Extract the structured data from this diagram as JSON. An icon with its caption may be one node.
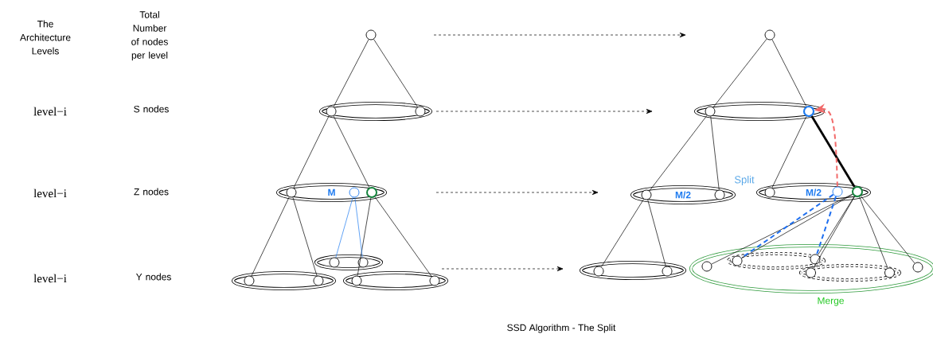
{
  "diagram": {
    "caption": "SSD Algorithm - The Split",
    "nodes": [
      {
        "text": [],
        "shape": "circle"
      },
      {
        "text": [],
        "shape": "ellipse"
      },
      {
        "text": [],
        "shape": "circle",
        "in": 1
      },
      {
        "text": [],
        "shape": "circle",
        "in": 1
      },
      {
        "text": [
          "M"
        ]
      },
      {
        "text": [],
        "shape": "circle",
        "in": 4
      },
      {
        "text": [],
        "shape": "circle",
        "in": 4
      },
      {
        "text": [],
        "shape": "circle",
        "in": 4
      },
      {
        "text": [],
        "shape": "ellipse"
      },
      {
        "text": [],
        "shape": "circle",
        "in": 8
      },
      {
        "text": [],
        "shape": "circle",
        "in": 8
      },
      {
        "text": [],
        "shape": "ellipse"
      },
      {
        "text": [],
        "shape": "circle",
        "in": 11
      },
      {
        "text": [],
        "shape": "circle",
        "in": 11
      },
      {
        "text": [],
        "shape": "ellipse"
      },
      {
        "text": [],
        "shape": "circle",
        "in": 14
      },
      {
        "text": [],
        "shape": "circle",
        "in": 14
      },
      {
        "text": [],
        "shape": "circle"
      },
      {
        "text": [],
        "shape": "ellipse"
      },
      {
        "text": [],
        "shape": "circle",
        "in": 18
      },
      {
        "text": [],
        "shape": "circle",
        "in": 18
      },
      {
        "text": [
          "M/2"
        ]
      },
      {
        "text": [],
        "shape": "circle",
        "in": 21
      },
      {
        "text": [],
        "shape": "circle",
        "in": 21
      },
      {
        "text": [
          "M/2"
        ]
      },
      {
        "text": [],
        "shape": "circle",
        "in": 24
      },
      {
        "text": [],
        "shape": "circle",
        "in": 24
      },
      {
        "text": [],
        "shape": "circle",
        "in": 24
      },
      {
        "text": [],
        "shape": "ellipse"
      },
      {
        "text": [],
        "shape": "circle",
        "in": 28
      },
      {
        "text": [],
        "shape": "circle",
        "in": 28
      },
      {
        "text": [
          "Merge"
        ]
      },
      {
        "text": [],
        "shape": "ellipse",
        "in": 31
      },
      {
        "text": [],
        "shape": "circle",
        "in": 32
      },
      {
        "text": [],
        "shape": "circle",
        "in": 32
      },
      {
        "text": [],
        "shape": "ellipse",
        "in": 31
      },
      {
        "text": [],
        "shape": "circle",
        "in": 35
      },
      {
        "text": [],
        "shape": "circle",
        "in": 35
      },
      {
        "text": [],
        "shape": "circle",
        "in": 31
      },
      {
        "text": [],
        "shape": "circle",
        "in": 31
      }
    ],
    "edges": [
      {
        "from": 0,
        "to": 2,
        "arrow": "none"
      },
      {
        "from": 0,
        "to": 3,
        "arrow": "none"
      },
      {
        "from": 2,
        "to": 5,
        "arrow": "none"
      },
      {
        "from": 2,
        "to": 7,
        "arrow": "none"
      },
      {
        "from": 5,
        "to": 12,
        "arrow": "none"
      },
      {
        "from": 5,
        "to": 13,
        "arrow": "none"
      },
      {
        "from": 7,
        "to": 15,
        "arrow": "none"
      },
      {
        "from": 7,
        "to": 16,
        "arrow": "none"
      },
      {
        "from": 6,
        "to": 9,
        "arrow": "none",
        "color": "#1e7bf0"
      },
      {
        "from": 6,
        "to": 10,
        "arrow": "none",
        "color": "#1e7bf0"
      },
      {
        "from": 17,
        "to": 19,
        "arrow": "none"
      },
      {
        "from": 17,
        "to": 20,
        "arrow": "none"
      },
      {
        "from": 19,
        "to": 22,
        "arrow": "none"
      },
      {
        "from": 19,
        "to": 23,
        "arrow": "none"
      },
      {
        "from": 20,
        "to": 25,
        "arrow": "none"
      },
      {
        "from": 20,
        "to": 27,
        "arrow": "none",
        "style": "thick"
      },
      {
        "from": 22,
        "to": 29,
        "arrow": "none"
      },
      {
        "from": 22,
        "to": 30,
        "arrow": "none"
      },
      {
        "from": 27,
        "to": 38,
        "arrow": "none"
      },
      {
        "from": 27,
        "to": 33,
        "arrow": "none"
      },
      {
        "from": 27,
        "to": 34,
        "arrow": "none"
      },
      {
        "from": 27,
        "to": 36,
        "arrow": "none"
      },
      {
        "from": 27,
        "to": 37,
        "arrow": "none"
      },
      {
        "from": 27,
        "to": 39,
        "arrow": "none"
      },
      {
        "from": 26,
        "to": 33,
        "arrow": "none",
        "style": "dashed",
        "color": "#1e6ff0"
      },
      {
        "from": 26,
        "to": 34,
        "arrow": "none",
        "style": "dashed",
        "color": "#1e6ff0"
      },
      {
        "from": 26,
        "to": 20,
        "arrow": "to",
        "style": "dashed",
        "color": "#f26a6a"
      }
    ],
    "labels": [
      "The Architecture Levels",
      "Total Number of nodes per level",
      "level−i",
      "S nodes",
      "level−i",
      "Z nodes",
      "level−i",
      "Y nodes",
      "Split"
    ]
  }
}
